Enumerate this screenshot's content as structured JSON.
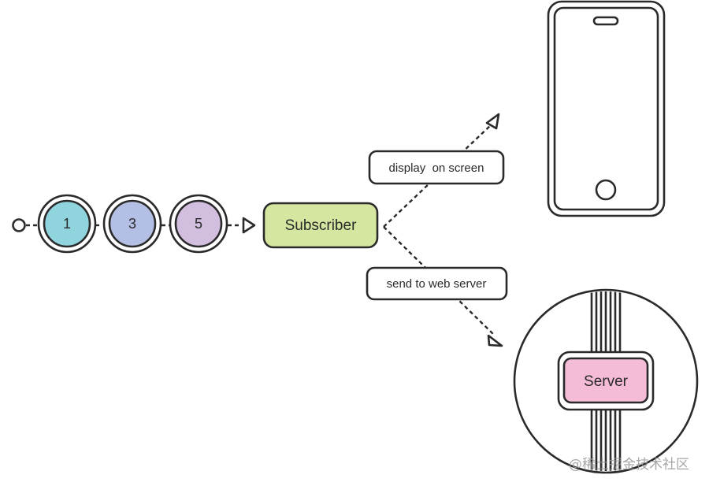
{
  "stream": {
    "values": [
      "1",
      "3",
      "5"
    ],
    "colors": [
      "#90d4de",
      "#b4bfe6",
      "#d2bfe0"
    ]
  },
  "subscriber": {
    "label": "Subscriber",
    "color": "#d5e6a0"
  },
  "branches": {
    "display_label": "display  on screen",
    "server_label": "send to web server"
  },
  "phone": {
    "icon": "smartphone-icon"
  },
  "server": {
    "label": "Server",
    "color": "#f4bcd6"
  },
  "watermark": "@稀土掘金技术社区"
}
